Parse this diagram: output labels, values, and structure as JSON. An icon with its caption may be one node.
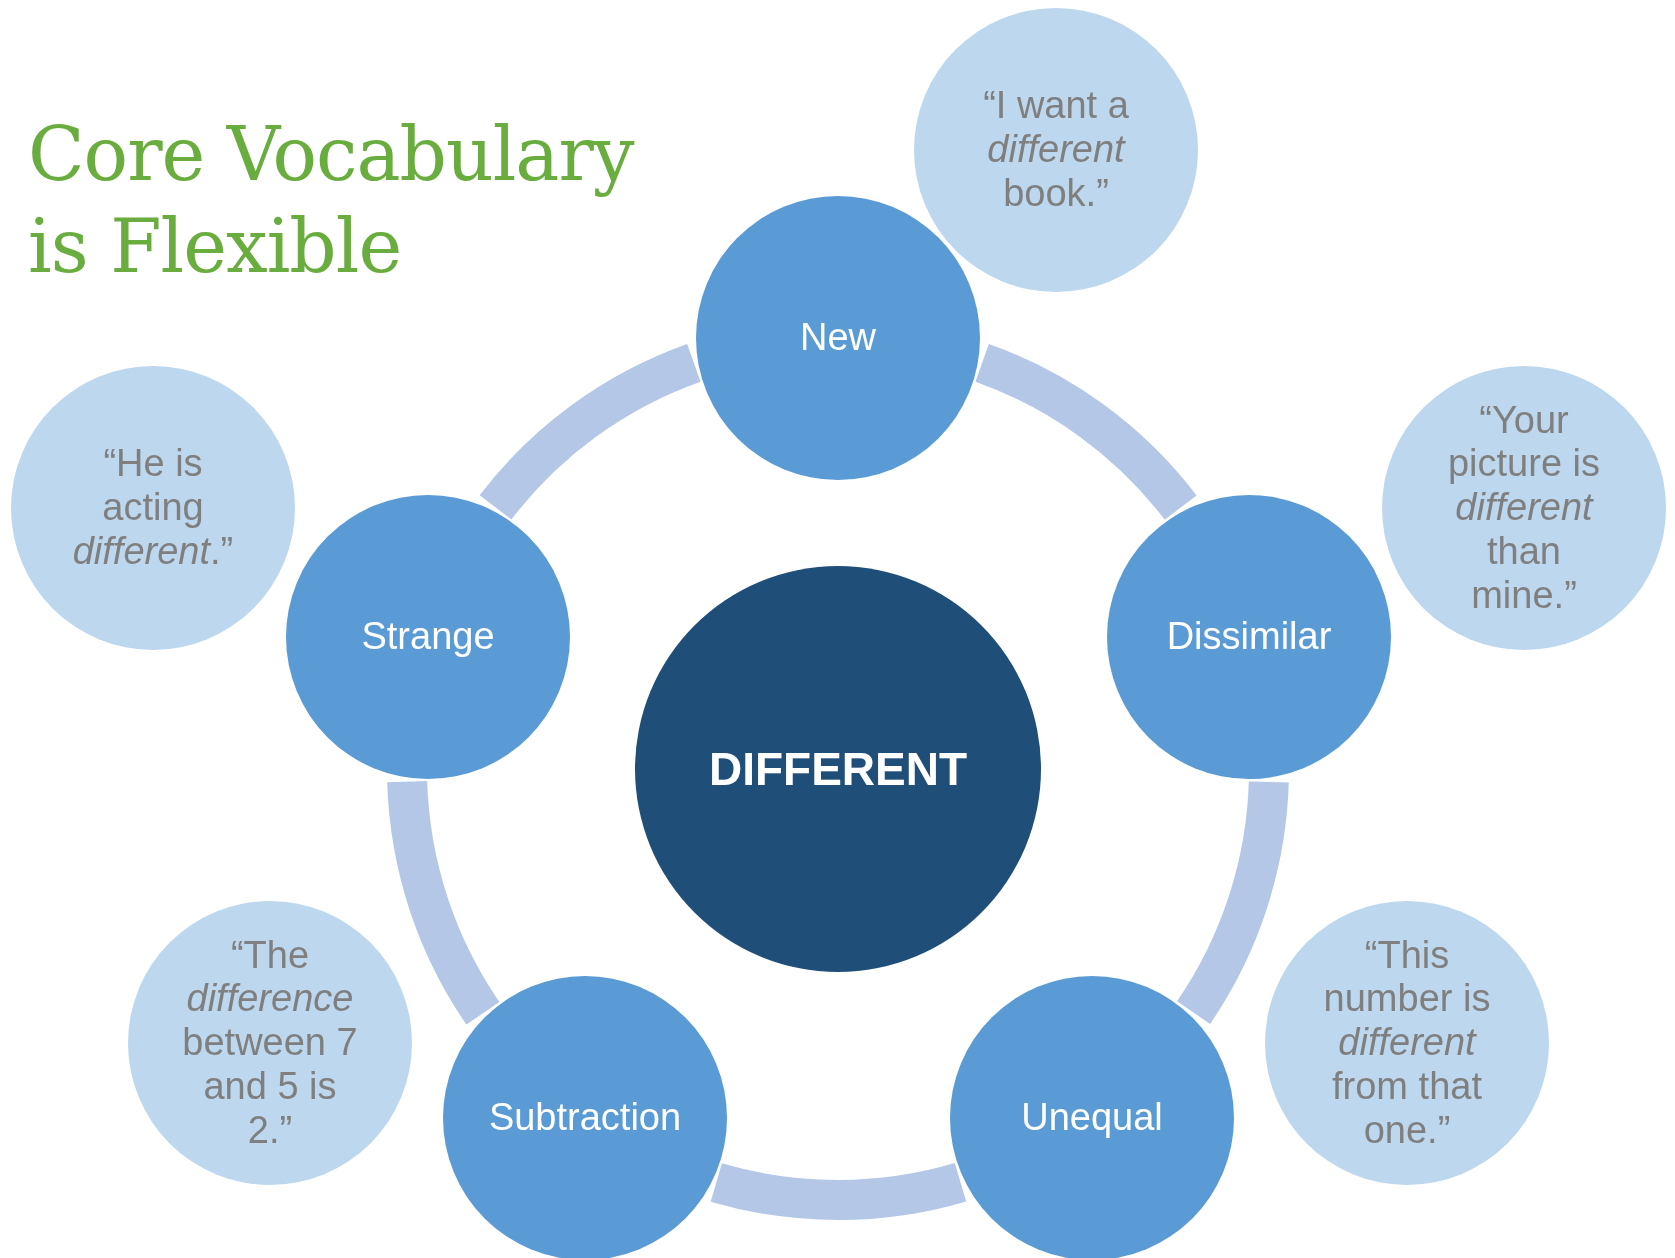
{
  "diagram": {
    "title": "Core Vocabulary is Flexible",
    "nodes": [
      {
        "text": [
          "New"
        ]
      },
      {
        "text": [
          "Dissimilar"
        ]
      },
      {
        "text": [
          "Unequal"
        ]
      },
      {
        "text": [
          "Subtraction"
        ]
      },
      {
        "text": [
          "Strange"
        ]
      },
      {
        "text": [
          "DIFFERENT"
        ]
      },
      {
        "text": [
          "“I want a *different* book.”"
        ]
      },
      {
        "text": [
          "“Your picture is *different* than mine.”"
        ]
      },
      {
        "text": [
          "“This number is *different* from that one.”"
        ]
      },
      {
        "text": [
          "“The *difference* between 7 and 5 is 2.”"
        ]
      },
      {
        "text": [
          "“He is acting *different*.”"
        ]
      }
    ],
    "edges": [
      {
        "from": 0,
        "to": 1,
        "arrow": "none"
      },
      {
        "from": 1,
        "to": 2,
        "arrow": "none"
      },
      {
        "from": 2,
        "to": 3,
        "arrow": "none"
      },
      {
        "from": 3,
        "to": 4,
        "arrow": "none"
      },
      {
        "from": 4,
        "to": 0,
        "arrow": "none"
      }
    ]
  }
}
